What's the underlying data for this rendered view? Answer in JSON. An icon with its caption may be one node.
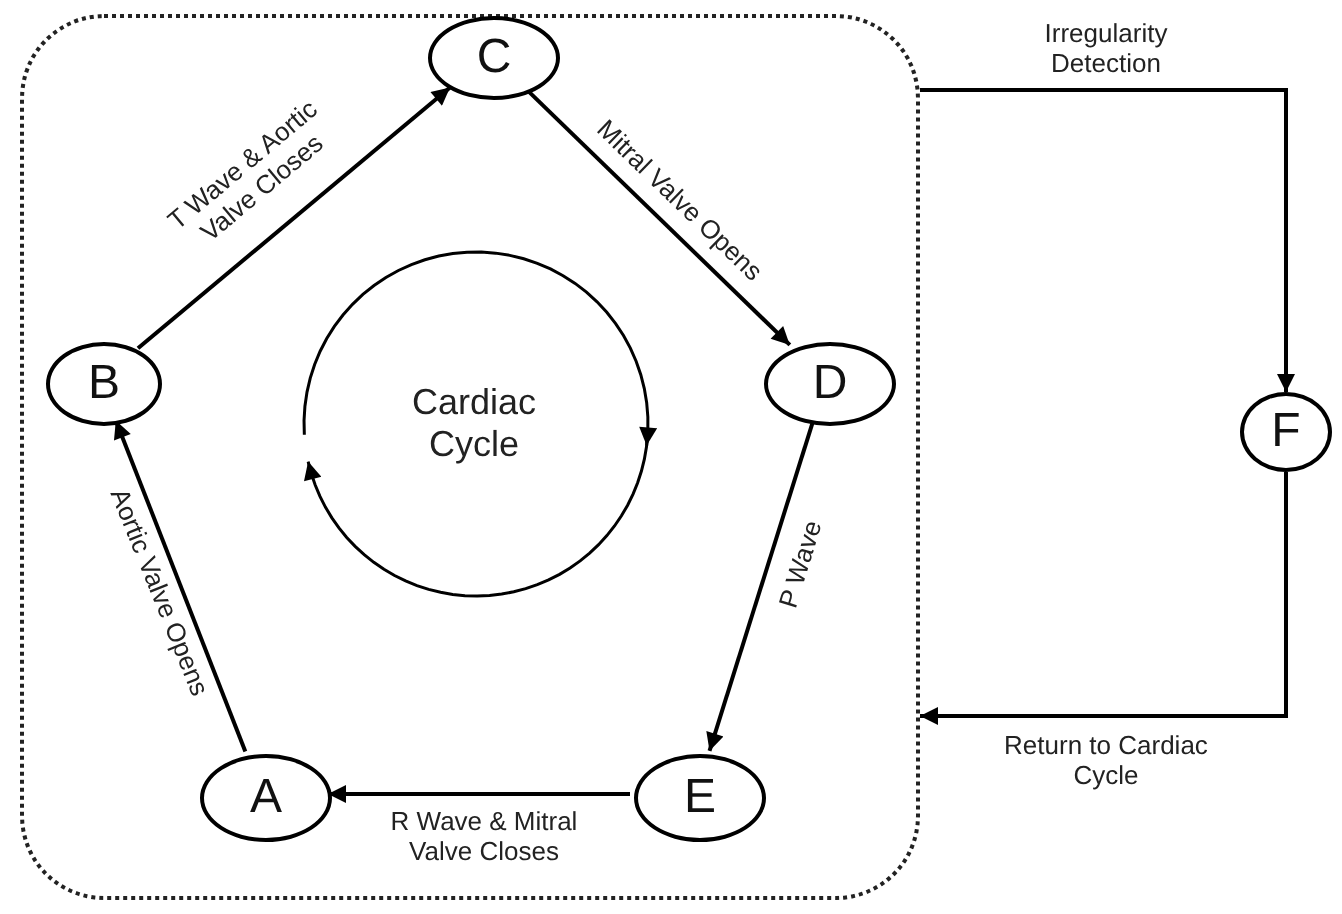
{
  "diagram": {
    "nodes": [
      {
        "text": [],
        "shape": "box"
      },
      {
        "text": [
          "B"
        ],
        "in": 0
      },
      {
        "text": [
          "C"
        ],
        "in": 0
      },
      {
        "text": [
          "D"
        ],
        "in": 0
      },
      {
        "text": [
          "A"
        ],
        "in": 0
      },
      {
        "text": [
          "E"
        ],
        "in": 0
      },
      {
        "text": [
          "F"
        ]
      }
    ],
    "edges": [
      {
        "from": 4,
        "to": 1,
        "arrow": "to",
        "label": "Aortic Valve Opens"
      },
      {
        "from": 1,
        "to": 2,
        "arrow": "to",
        "label": "T Wave & Aortic Valve Closes"
      },
      {
        "from": 2,
        "to": 3,
        "arrow": "to",
        "label": "Mitral Valve Opens"
      },
      {
        "from": 3,
        "to": 5,
        "arrow": "to",
        "label": "P Wave"
      },
      {
        "from": 5,
        "to": 4,
        "arrow": "to",
        "label": "R Wave & Mitral Valve Closes"
      },
      {
        "from": 0,
        "to": 6,
        "arrow": "to",
        "label": "Irregularity Detection"
      },
      {
        "from": 6,
        "to": 0,
        "arrow": "to",
        "label": "Return to Cardiac Cycle"
      }
    ],
    "labels": [
      "Cardiac Cycle"
    ]
  }
}
